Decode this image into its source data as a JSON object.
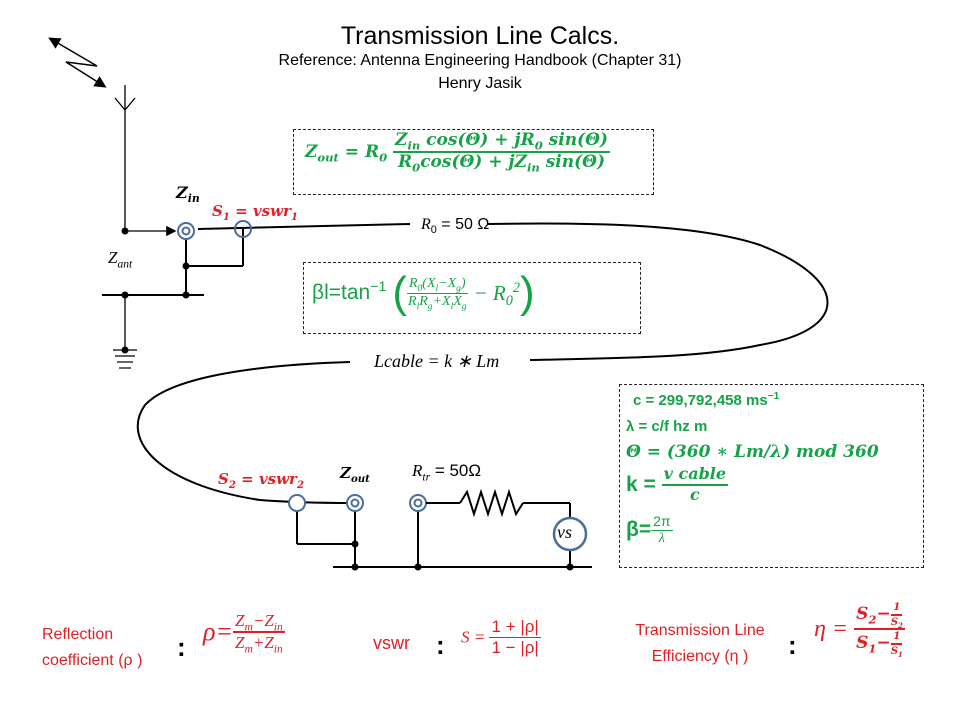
{
  "header": {
    "title": "Transmission Line Calcs.",
    "reference": "Reference: Antenna Engineering Handbook (Chapter 31)",
    "author": "Henry Jasik"
  },
  "colors": {
    "formula_green": "#17a24a",
    "formula_red": "#e01f26",
    "connector_blue": "#4a6d9a",
    "line_black": "#000000"
  },
  "diagram": {
    "z_in_label": "Z",
    "z_in_sub": "in",
    "z_ant_label": "Z",
    "z_ant_sub": "ant",
    "s1_label": "S",
    "s1_sub": "1",
    "s1_eq": " = vswr",
    "s1_eq_sub": "1",
    "r0_label": "R",
    "r0_sub": "0",
    "r0_value": " = 50 Ω",
    "lcable_label": "Lcable = k ∗ Lm",
    "s2_label": "S",
    "s2_sub": "2",
    "s2_eq": " = vswr",
    "s2_eq_sub": "2",
    "z_out_label": "Z",
    "z_out_sub": "out",
    "rtr_label": "R",
    "rtr_sub": "tr",
    "rtr_value": " = 50Ω",
    "source_label": "vs",
    "icons": [
      "antenna-icon",
      "radio-wave-icon",
      "ground-icon",
      "coax-connector-icon",
      "resistor-icon",
      "voltage-source-icon"
    ]
  },
  "formulas": {
    "zout": {
      "lhs": "Z",
      "lhs_sub": "out",
      "eq": " = R",
      "eq_sub": "0",
      "num": "Z<sub>in</sub> cos(Θ) + jR<sub>0</sub> sin(Θ)",
      "den": "R<sub>0</sub>cos(Θ) + jZ<sub>in</sub> sin(Θ)"
    },
    "beta_l": {
      "lhs": "βl=tan",
      "lhs_sup": "−1",
      "num": "R<sub>0</sub>(X<sub>l</sub>−X<sub>g</sub>)",
      "den": "R<sub>l</sub>R<sub>g</sub>+X<sub>l</sub>X<sub>g</sub>",
      "tail": "− R<sub>0</sub><sup>2</sup>"
    },
    "constants": {
      "c_line": "c = 299,792,458  ms",
      "c_sup": "−1",
      "lambda_line": "λ = c/f hz  m",
      "theta_line": "Θ = (360 ∗ Lm/λ) mod 360",
      "k_lhs": "k = ",
      "k_num": "v cable",
      "k_den": "c",
      "beta_lhs": "β=",
      "beta_num": "2π",
      "beta_den": "λ"
    },
    "reflection": {
      "label_line1": "Reflection",
      "label_line2": "coefficient (ρ )",
      "colon": ":",
      "lhs": "ρ=",
      "num": "Z<sub>m</sub>−Z<sub>in</sub>",
      "den": "Z<sub>m</sub>+Z<sub>in</sub>"
    },
    "vswr": {
      "label": "vswr",
      "colon": ":",
      "lhs": "S = ",
      "num": "1 + |ρ|",
      "den": "1 − |ρ|"
    },
    "efficiency": {
      "label_line1": "Transmission Line",
      "label_line2": "Efficiency (η )",
      "colon": ":",
      "lhs": "η = ",
      "num": "S<sub>2</sub>−<span class='frac' style='font-size:0.6em'><span class='num'>1</span><span class='den'>S<sub>2</sub></span></span>",
      "den": "S<sub>1</sub>−<span class='frac' style='font-size:0.6em'><span class='num'>1</span><span class='den'>S<sub>1</sub></span></span>"
    }
  }
}
